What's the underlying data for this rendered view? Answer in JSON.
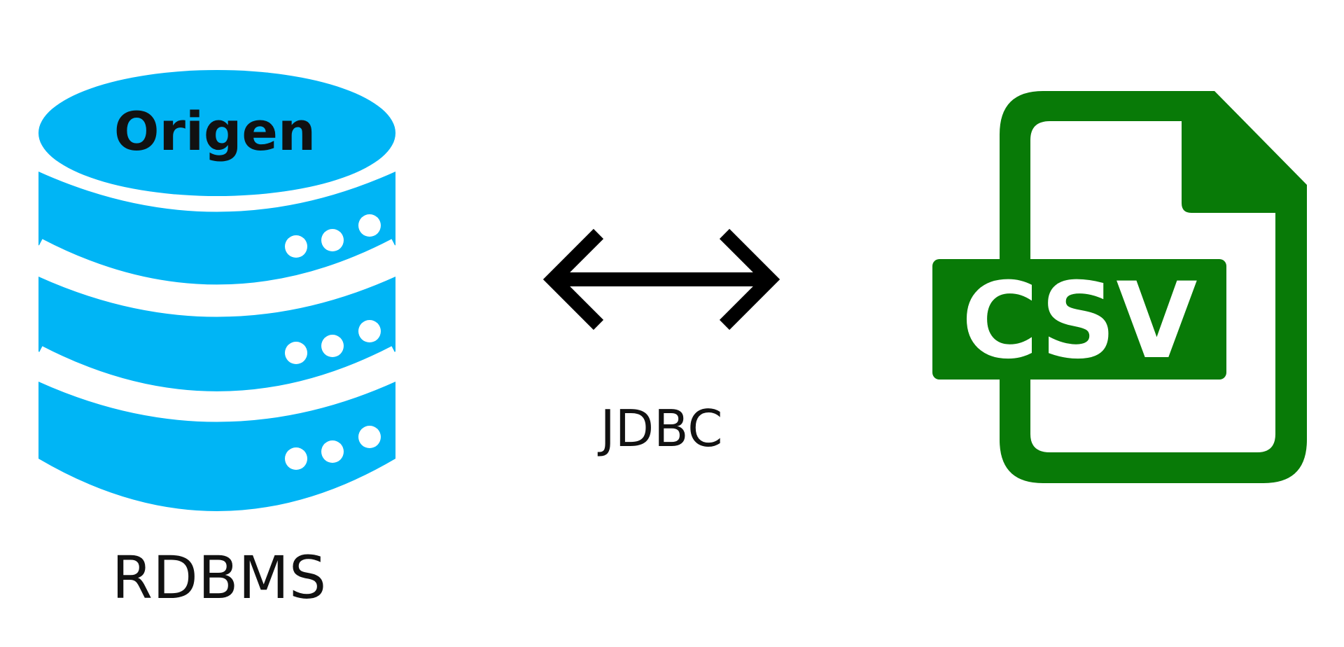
{
  "database": {
    "title": "Origen",
    "label": "RDBMS",
    "color": "#00B5F5"
  },
  "connector": {
    "label": "JDBC",
    "color": "#000000"
  },
  "csv_file": {
    "badge_text": "CSV",
    "color": "#087A07"
  },
  "icons": [
    "database-icon",
    "bidirectional-arrow-icon",
    "csv-file-icon"
  ]
}
